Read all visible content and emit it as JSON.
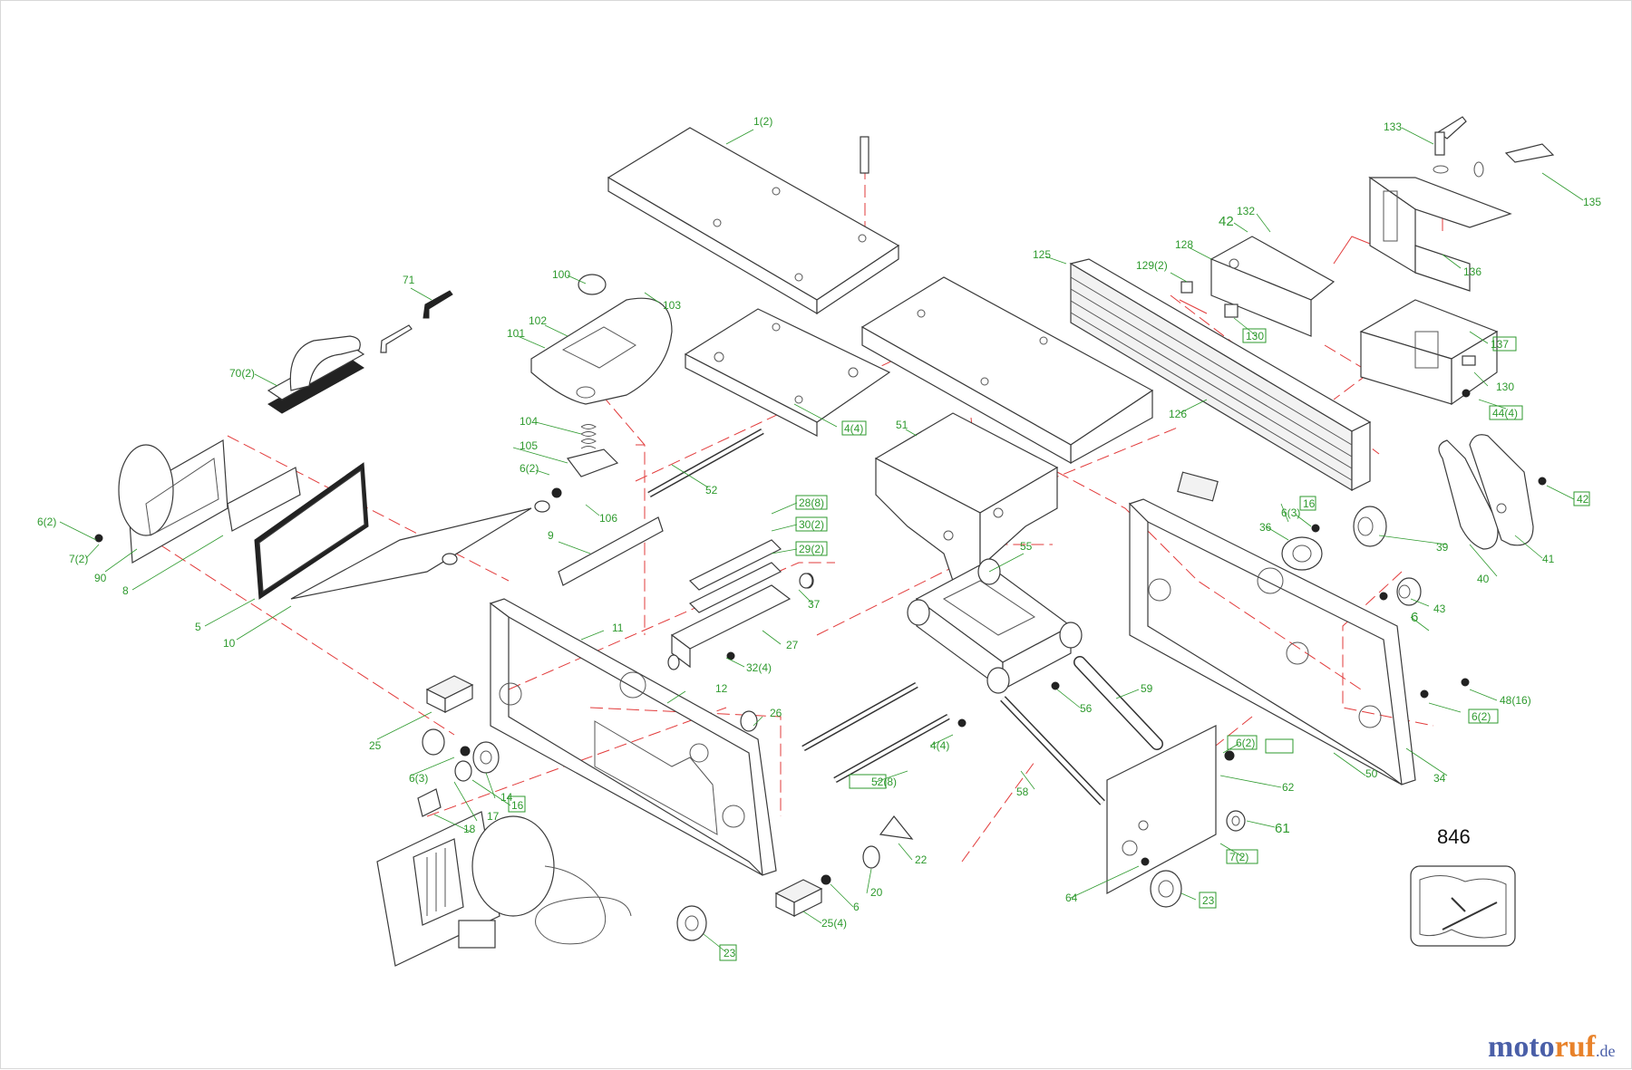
{
  "labels": [
    {
      "id": "1(2)",
      "text": "1(2)"
    },
    {
      "id": "71",
      "text": "71"
    },
    {
      "id": "70(2)",
      "text": "70(2)"
    },
    {
      "id": "100",
      "text": "100"
    },
    {
      "id": "103",
      "text": "103"
    },
    {
      "id": "102",
      "text": "102"
    },
    {
      "id": "101",
      "text": "101"
    },
    {
      "id": "104",
      "text": "104"
    },
    {
      "id": "105",
      "text": "105"
    },
    {
      "id": "6(2)a",
      "text": "6(2)"
    },
    {
      "id": "106",
      "text": "106"
    },
    {
      "id": "52",
      "text": "52"
    },
    {
      "id": "4(4)a",
      "text": "4(4)"
    },
    {
      "id": "51",
      "text": "51"
    },
    {
      "id": "125",
      "text": "125"
    },
    {
      "id": "126",
      "text": "126"
    },
    {
      "id": "128",
      "text": "128"
    },
    {
      "id": "42a",
      "text": "42"
    },
    {
      "id": "132",
      "text": "132"
    },
    {
      "id": "129(2)",
      "text": "129(2)"
    },
    {
      "id": "130a",
      "text": "130"
    },
    {
      "id": "133",
      "text": "133"
    },
    {
      "id": "135",
      "text": "135"
    },
    {
      "id": "136",
      "text": "136"
    },
    {
      "id": "137",
      "text": "137"
    },
    {
      "id": "130b",
      "text": "130"
    },
    {
      "id": "44(4)",
      "text": "44(4)"
    },
    {
      "id": "42b",
      "text": "42"
    },
    {
      "id": "41",
      "text": "41"
    },
    {
      "id": "40",
      "text": "40"
    },
    {
      "id": "39",
      "text": "39"
    },
    {
      "id": "16a",
      "text": "16"
    },
    {
      "id": "6(3)a",
      "text": "6(3)"
    },
    {
      "id": "36",
      "text": "36"
    },
    {
      "id": "43",
      "text": "43"
    },
    {
      "id": "6a",
      "text": "6"
    },
    {
      "id": "48(16)",
      "text": "48(16)"
    },
    {
      "id": "6(2)b",
      "text": "6(2)"
    },
    {
      "id": "34",
      "text": "34"
    },
    {
      "id": "50",
      "text": "50"
    },
    {
      "id": "6(2)c",
      "text": "6(2)"
    },
    {
      "id": "7(2)a",
      "text": "7(2)"
    },
    {
      "id": "90",
      "text": "90"
    },
    {
      "id": "8",
      "text": "8"
    },
    {
      "id": "5",
      "text": "5"
    },
    {
      "id": "10",
      "text": "10"
    },
    {
      "id": "9",
      "text": "9"
    },
    {
      "id": "28(8)",
      "text": "28(8)"
    },
    {
      "id": "30(2)",
      "text": "30(2)"
    },
    {
      "id": "29(2)",
      "text": "29(2)"
    },
    {
      "id": "37",
      "text": "37"
    },
    {
      "id": "27",
      "text": "27"
    },
    {
      "id": "32(4)",
      "text": "32(4)"
    },
    {
      "id": "11",
      "text": "11"
    },
    {
      "id": "12",
      "text": "12"
    },
    {
      "id": "25",
      "text": "25"
    },
    {
      "id": "26",
      "text": "26"
    },
    {
      "id": "6(3)b",
      "text": "6(3)"
    },
    {
      "id": "14",
      "text": "14"
    },
    {
      "id": "16b",
      "text": "16"
    },
    {
      "id": "17",
      "text": "17"
    },
    {
      "id": "18",
      "text": "18"
    },
    {
      "id": "52(8)",
      "text": "52(8)"
    },
    {
      "id": "4(4)b",
      "text": "4(4)"
    },
    {
      "id": "55",
      "text": "55"
    },
    {
      "id": "56",
      "text": "56"
    },
    {
      "id": "59",
      "text": "59"
    },
    {
      "id": "58",
      "text": "58"
    },
    {
      "id": "6(2)d",
      "text": "6(2)"
    },
    {
      "id": "62",
      "text": "62"
    },
    {
      "id": "61",
      "text": "61"
    },
    {
      "id": "7(2)b",
      "text": "7(2)"
    },
    {
      "id": "64",
      "text": "64"
    },
    {
      "id": "23a",
      "text": "23"
    },
    {
      "id": "22",
      "text": "22"
    },
    {
      "id": "20",
      "text": "20"
    },
    {
      "id": "6b",
      "text": "6"
    },
    {
      "id": "25(4)",
      "text": "25(4)"
    },
    {
      "id": "23b",
      "text": "23"
    }
  ],
  "kit": {
    "number": "846"
  },
  "brand": {
    "name_a": "moto",
    "name_b": "ruf",
    "suffix": ".de"
  }
}
